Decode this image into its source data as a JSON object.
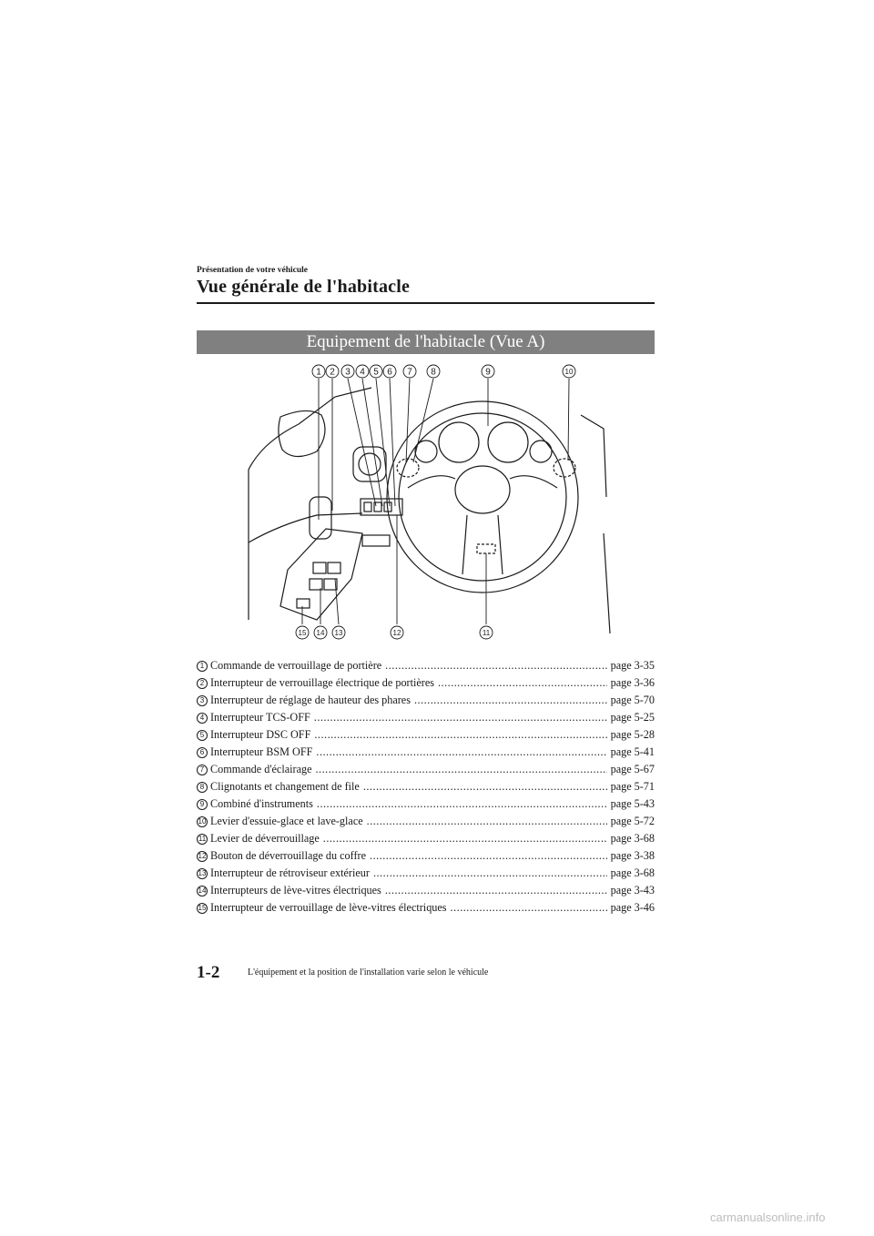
{
  "header": {
    "breadcrumb": "Présentation de votre véhicule",
    "title": "Vue générale de l'habitacle"
  },
  "section": {
    "banner": "Equipement de l'habitacle (Vue A)"
  },
  "figure": {
    "callouts_top": [
      "1",
      "2",
      "3",
      "4",
      "5",
      "6",
      "7",
      "8",
      "9",
      "10"
    ],
    "callouts_bottom": [
      "15",
      "14",
      "13",
      "12",
      "11"
    ]
  },
  "legend": [
    {
      "num": "1",
      "label": "Commande de verrouillage de portière",
      "page": "page 3-35"
    },
    {
      "num": "2",
      "label": "Interrupteur de verrouillage électrique de portières",
      "page": "page 3-36"
    },
    {
      "num": "3",
      "label": "Interrupteur de réglage de hauteur des phares",
      "page": "page 5-70"
    },
    {
      "num": "4",
      "label": "Interrupteur TCS-OFF",
      "page": "page 5-25"
    },
    {
      "num": "5",
      "label": "Interrupteur DSC OFF",
      "page": "page 5-28"
    },
    {
      "num": "6",
      "label": "Interrupteur BSM OFF",
      "page": "page 5-41"
    },
    {
      "num": "7",
      "label": "Commande d'éclairage",
      "page": "page 5-67"
    },
    {
      "num": "8",
      "label": "Clignotants et changement de file",
      "page": "page 5-71"
    },
    {
      "num": "9",
      "label": "Combiné d'instruments",
      "page": "page 5-43"
    },
    {
      "num": "10",
      "label": "Levier d'essuie-glace et lave-glace",
      "page": "page 5-72"
    },
    {
      "num": "11",
      "label": "Levier de déverrouillage",
      "page": "page 3-68"
    },
    {
      "num": "12",
      "label": "Bouton de déverrouillage du coffre",
      "page": "page 3-38"
    },
    {
      "num": "13",
      "label": "Interrupteur de rétroviseur extérieur",
      "page": "page 3-68"
    },
    {
      "num": "14",
      "label": "Interrupteurs de lève-vitres électriques",
      "page": "page 3-43"
    },
    {
      "num": "15",
      "label": "Interrupteur de verrouillage de lève-vitres électriques",
      "page": "page 3-46"
    }
  ],
  "footer": {
    "page_number": "1-2",
    "note": "L'équipement et la position de l'installation varie selon le véhicule"
  },
  "watermark": "carmanualsonline.info"
}
